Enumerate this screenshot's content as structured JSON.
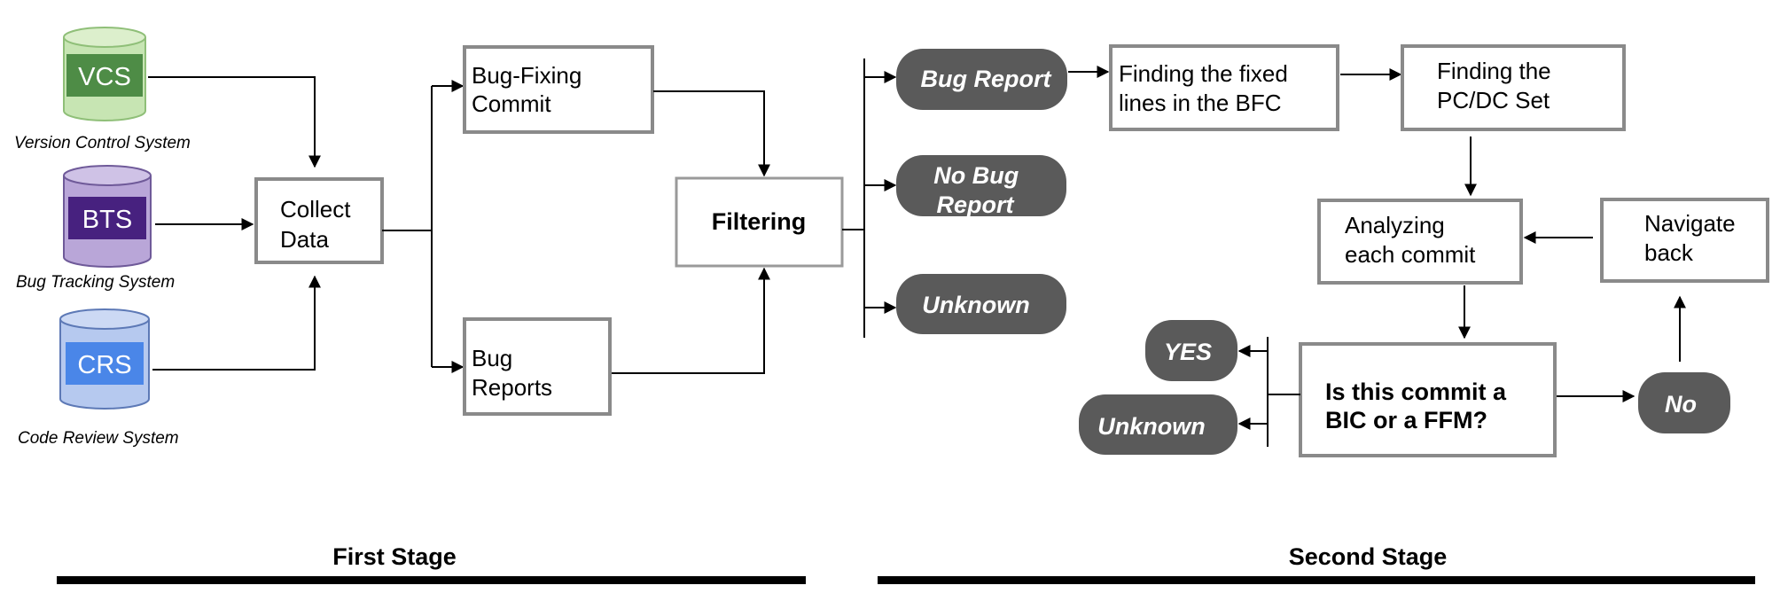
{
  "sources": [
    {
      "id": "vcs",
      "badge": "VCS",
      "caption": "Version Control System",
      "body_color": "#c7e5b3",
      "top_color": "#dcefcc",
      "stroke": "#8fbf78",
      "badge_color": "#4e8c46"
    },
    {
      "id": "bts",
      "badge": "BTS",
      "caption": "Bug Tracking System",
      "body_color": "#b9a6d8",
      "top_color": "#cfc2e6",
      "stroke": "#6f5a99",
      "badge_color": "#47217f"
    },
    {
      "id": "crs",
      "badge": "CRS",
      "caption": "Code Review System",
      "body_color": "#b6c9ef",
      "top_color": "#ccd9f4",
      "stroke": "#5d79b6",
      "badge_color": "#4a86e8"
    }
  ],
  "boxes": {
    "collect_data": [
      "Collect",
      "Data"
    ],
    "bug_fixing_commit": [
      "Bug-Fixing",
      "Commit"
    ],
    "bug_reports": [
      "Bug",
      "Reports"
    ],
    "filtering": "Filtering",
    "finding_fixed_lines": [
      "Finding the fixed",
      "lines in the BFC"
    ],
    "finding_pc_dc": [
      "Finding the",
      "PC/DC  Set"
    ],
    "analyzing_commit": [
      "Analyzing",
      "each commit"
    ],
    "navigate_back": [
      "Navigate",
      "back"
    ],
    "is_bic_question": [
      "Is this commit a",
      "BIC or a FFM?"
    ]
  },
  "pills": {
    "bug_report": "Bug Report",
    "no_bug_report": [
      "No Bug",
      "Report"
    ],
    "unknown_first": "Unknown",
    "yes": "YES",
    "unknown_second": "Unknown",
    "no": "No"
  },
  "stages": {
    "first": "First Stage",
    "second": "Second Stage"
  },
  "colors": {
    "box_border": "#8a8a8a",
    "pill_fill": "#5a5a5a",
    "stage_bar": "#000000"
  }
}
